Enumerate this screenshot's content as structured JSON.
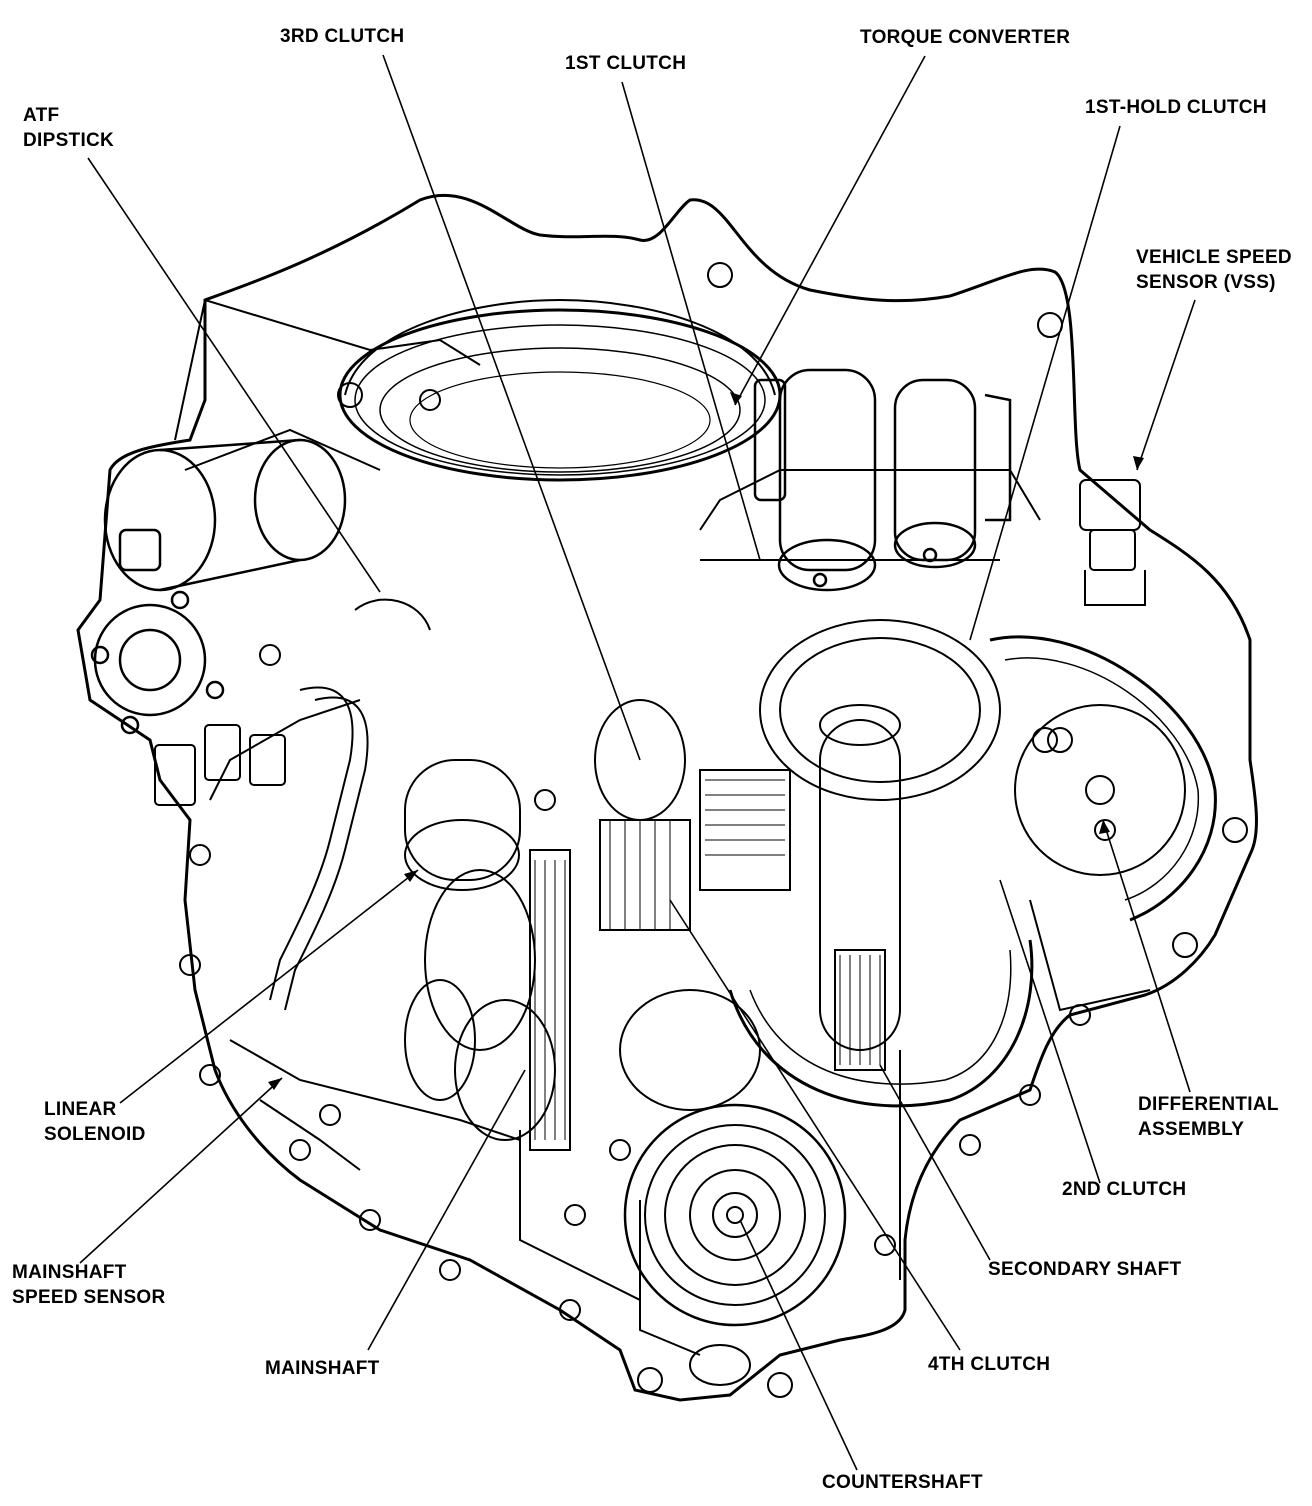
{
  "labels": {
    "third_clutch": "3RD CLUTCH",
    "first_clutch": "1ST CLUTCH",
    "torque_converter": "TORQUE CONVERTER",
    "atf_dipstick": [
      "ATF",
      "DIPSTICK"
    ],
    "first_hold_clutch": "1ST-HOLD CLUTCH",
    "vehicle_speed_sensor": [
      "VEHICLE SPEED",
      "SENSOR (VSS)"
    ],
    "linear_solenoid": [
      "LINEAR",
      "SOLENOID"
    ],
    "differential_assembly": [
      "DIFFERENTIAL",
      "ASSEMBLY"
    ],
    "second_clutch": "2ND CLUTCH",
    "mainshaft_speed_sensor": [
      "MAINSHAFT",
      "SPEED SENSOR"
    ],
    "secondary_shaft": "SECONDARY SHAFT",
    "mainshaft": "MAINSHAFT",
    "fourth_clutch": "4TH CLUTCH",
    "countershaft": "COUNTERSHAFT"
  },
  "colors": {
    "ink": "#000000",
    "paper": "#ffffff"
  }
}
